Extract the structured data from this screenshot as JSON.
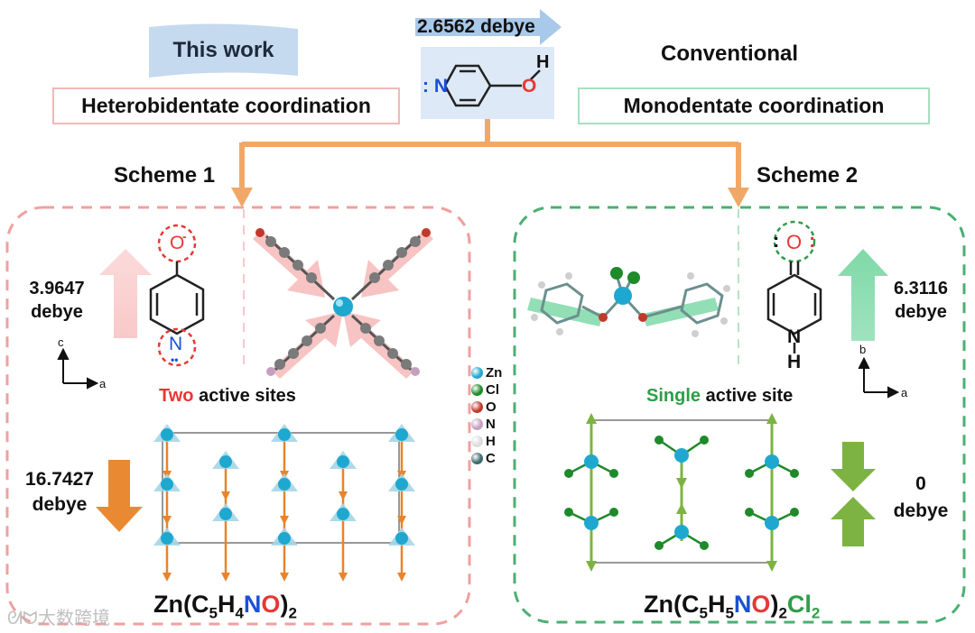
{
  "header": {
    "this_work": "This work",
    "heterobidentate": "Heterobidentate coordination",
    "dipole_top": "2.6562 debye",
    "conventional": "Conventional",
    "monodentate": "Monodentate coordination",
    "molecule_n": ": N",
    "molecule_o": "O",
    "molecule_h": "H"
  },
  "scheme1": {
    "title": "Scheme 1",
    "dipole_molecule_value": "3.9647",
    "dipole_molecule_unit": "debye",
    "axis_c": "c",
    "axis_a": "a",
    "atom_o": "O",
    "atom_n": "N",
    "lone_pair": "••",
    "active_sites_highlight": "Two",
    "active_sites_rest": " active sites",
    "dipole_crystal_value": "16.7427",
    "dipole_crystal_unit": "debye",
    "formula": {
      "p1": "Zn(C",
      "s1": "5",
      "p2": "H",
      "s2": "4",
      "n": "N",
      "o": "O",
      "p3": ")",
      "s3": "2"
    }
  },
  "scheme2": {
    "title": "Scheme 2",
    "dipole_molecule_value": "6.3116",
    "dipole_molecule_unit": "debye",
    "axis_b": "b",
    "axis_a": "a",
    "atom_o": "O",
    "atom_n": "N",
    "atom_h": "H",
    "lone_pair": ":",
    "active_sites_highlight": "Single",
    "active_sites_rest": " active site",
    "dipole_crystal_value": "0",
    "dipole_crystal_unit": "debye",
    "formula": {
      "p1": "Zn(C",
      "s1": "5",
      "p2": "H",
      "s2": "5",
      "n": "N",
      "o": "O",
      "p3": ")",
      "s3": "2",
      "cl": "Cl",
      "s4": "2"
    }
  },
  "legend": [
    {
      "symbol": "Zn",
      "color": "#1fa8cf"
    },
    {
      "symbol": "Cl",
      "color": "#1e8a2a"
    },
    {
      "symbol": "O",
      "color": "#c0392b"
    },
    {
      "symbol": "N",
      "color": "#c4a0c0"
    },
    {
      "symbol": "H",
      "color": "#dcdcdc"
    },
    {
      "symbol": "C",
      "color": "#3d6b6b"
    }
  ],
  "watermark": "大数跨境",
  "colors": {
    "accent_red": "#e53935",
    "accent_green": "#2e9e48",
    "accent_blue": "#1b4fd6",
    "scheme1_border": "#f0a0a0",
    "scheme2_border": "#4caf73"
  }
}
